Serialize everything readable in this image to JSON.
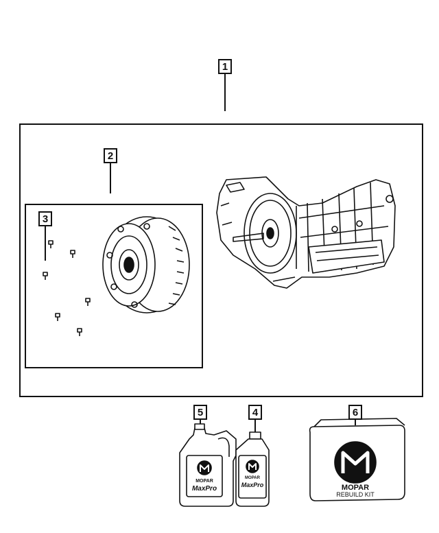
{
  "callouts": {
    "c1": "1",
    "c2": "2",
    "c3": "3",
    "c4": "4",
    "c5": "5",
    "c6": "6"
  },
  "parts": {
    "jug_brand": "MOPAR",
    "jug_product": "MaxPro",
    "bottle_brand": "MOPAR",
    "bottle_product": "MaxPro",
    "kit_brand": "MOPAR",
    "kit_label": "REBUILD KIT"
  }
}
